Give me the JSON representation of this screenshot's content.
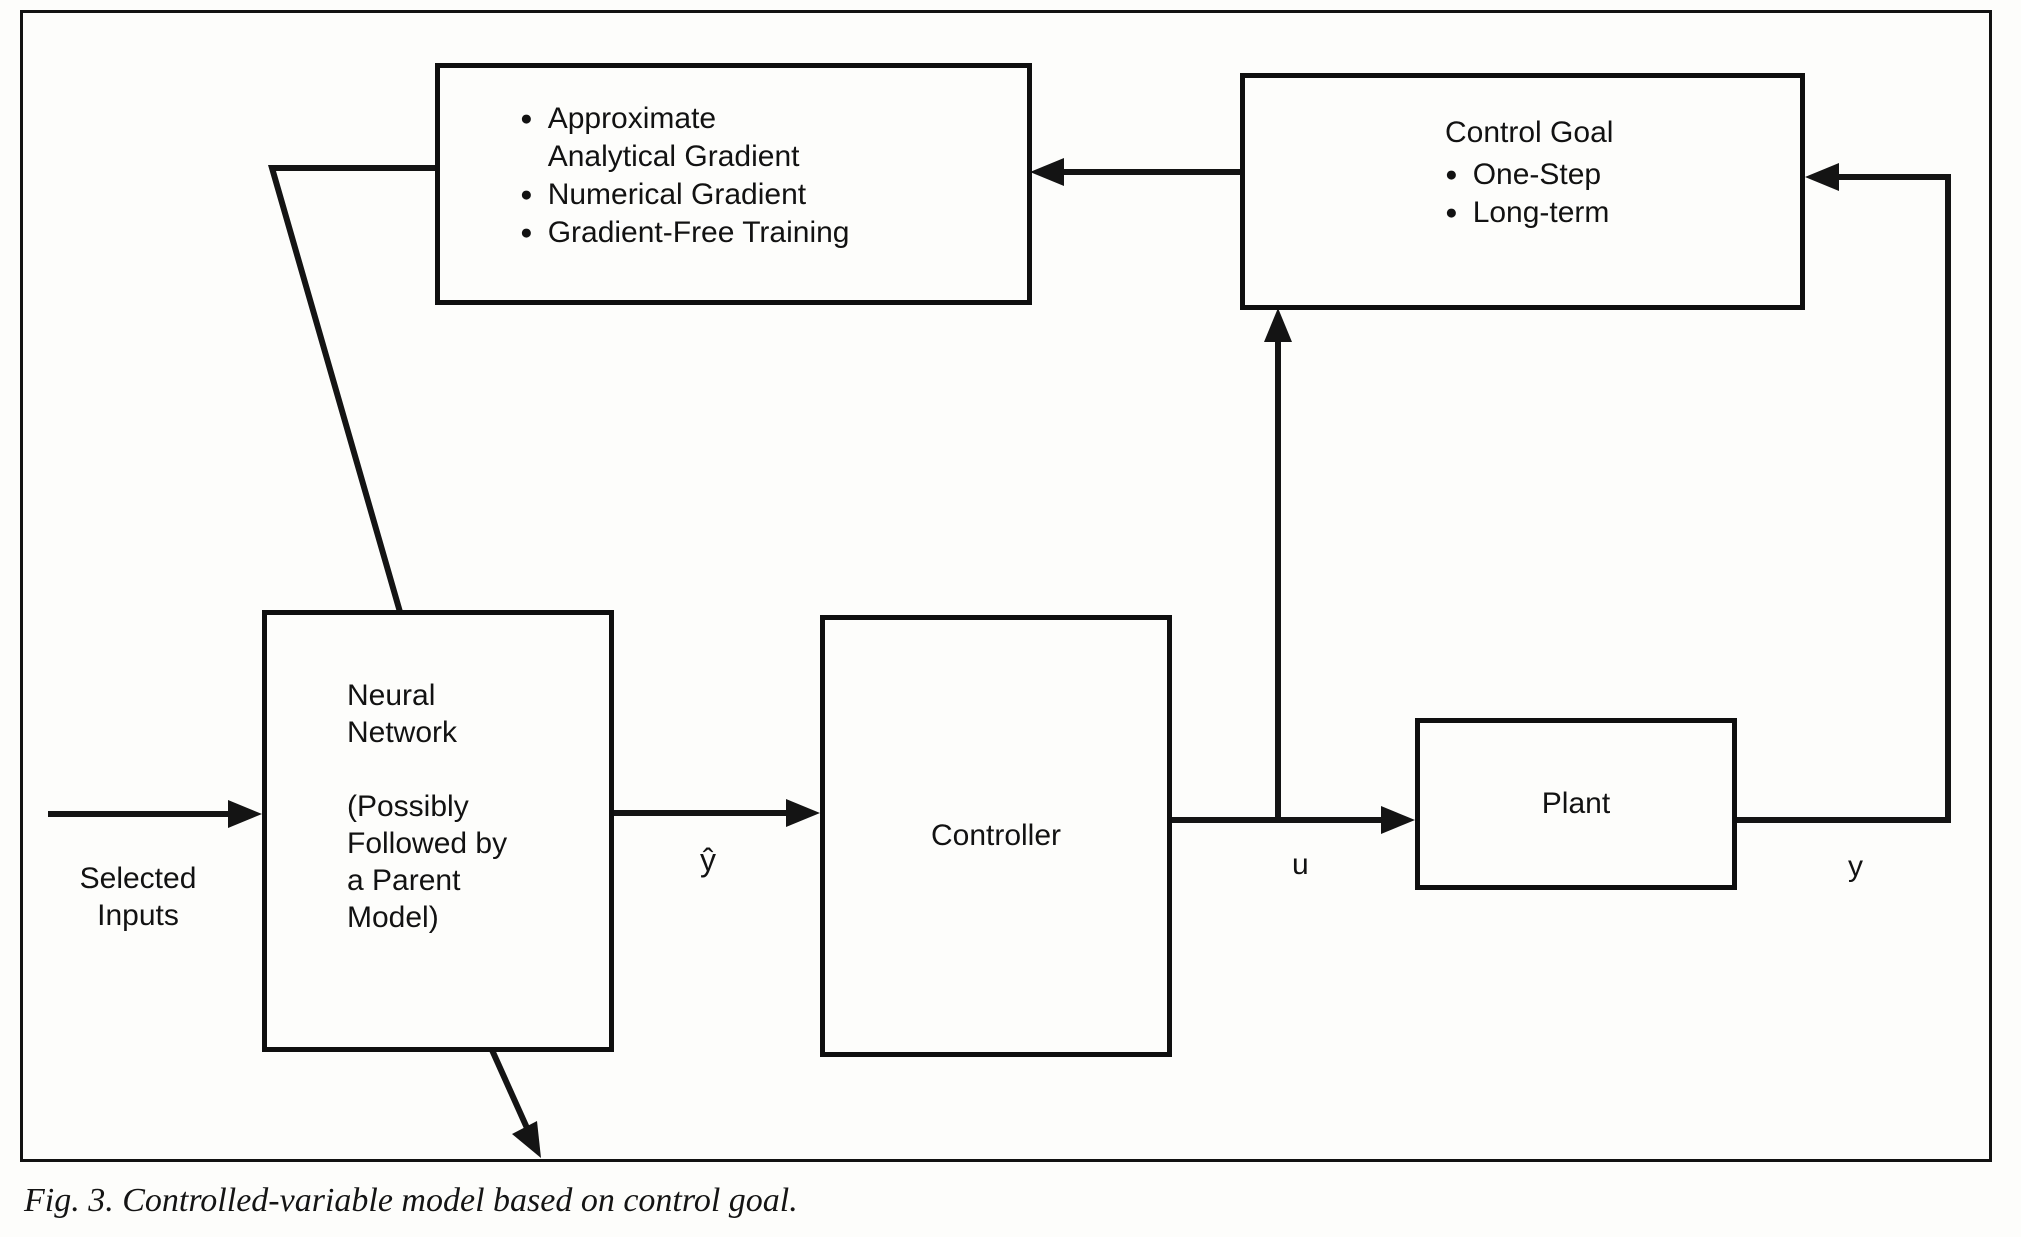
{
  "caption": "Fig. 3. Controlled-variable model based on control goal.",
  "ui": {
    "bullet": "●"
  },
  "boxes": {
    "training": {
      "items": [
        "Approximate\nAnalytical Gradient",
        "Numerical Gradient",
        "Gradient-Free Training"
      ]
    },
    "control_goal": {
      "title": "Control Goal",
      "items": [
        "One-Step",
        "Long-term"
      ]
    },
    "neural_network": {
      "label": "Neural\nNetwork\n\n(Possibly\nFollowed by\na Parent\nModel)"
    },
    "controller": {
      "label": "Controller"
    },
    "plant": {
      "label": "Plant"
    }
  },
  "labels": {
    "selected_inputs": "Selected\nInputs",
    "y_hat": "ŷ",
    "u": "u",
    "y": "y"
  },
  "colors": {
    "line": "#141414",
    "background": "#fdfdfb"
  }
}
